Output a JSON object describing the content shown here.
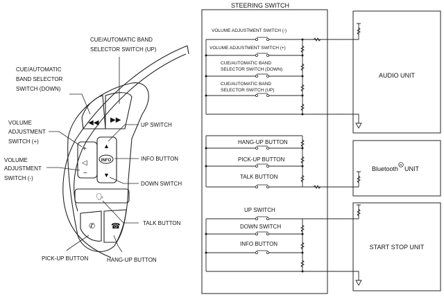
{
  "diagram": {
    "title": "STEERING SWITCH",
    "left_callouts": {
      "cue_up_line1": "CUE/AUTOMATIC BAND",
      "cue_up_line2": "SELECTOR SWITCH (UP)",
      "cue_down_line1": "CUE/AUTOMATIC",
      "cue_down_line2": "BAND SELECTOR",
      "cue_down_line3": "SWITCH (DOWN)",
      "vol_plus_line1": "VOLUME",
      "vol_plus_line2": "ADJUSTMENT",
      "vol_plus_line3": "SWITCH (+)",
      "vol_minus_line1": "VOLUME",
      "vol_minus_line2": "ADJUSTMENT",
      "vol_minus_line3": "SWITCH (-)",
      "up_switch": "UP SWITCH",
      "info_button": "INFO BUTTON",
      "down_switch": "DOWN SWITCH",
      "talk_button": "TALK BUTTON",
      "pickup_button": "PICK-UP BUTTON",
      "hangup_button": "HANG-UP BUTTON"
    },
    "wheel_button_text": {
      "info": "INFO",
      "plus": "+",
      "minus": "−"
    },
    "switches": {
      "vol_minus": "VOLUME ADJUSTMENT SWITCH (-)",
      "vol_plus": "VOLUME ADJUSTMENT SWITCH (+)",
      "cue_down_1": "CUE/AUTOMATIC BAND",
      "cue_down_2": "SELECTOR SWITCH (DOWN)",
      "cue_up_1": "CUE/AUTOMATIC BAND",
      "cue_up_2": "SELECTOR SWITCH (UP)",
      "hangup": "HANG-UP BUTTON",
      "pickup": "PICK-UP BUTTON",
      "talk": "TALK BUTTON",
      "up": "UP SWITCH",
      "down": "DOWN SWITCH",
      "info": "INFO BUTTON"
    },
    "units": {
      "audio": "AUDIO UNIT",
      "bluetooth_prefix": "Bluetooth",
      "bluetooth_suffix": "UNIT",
      "start_stop": "START STOP UNIT"
    }
  }
}
